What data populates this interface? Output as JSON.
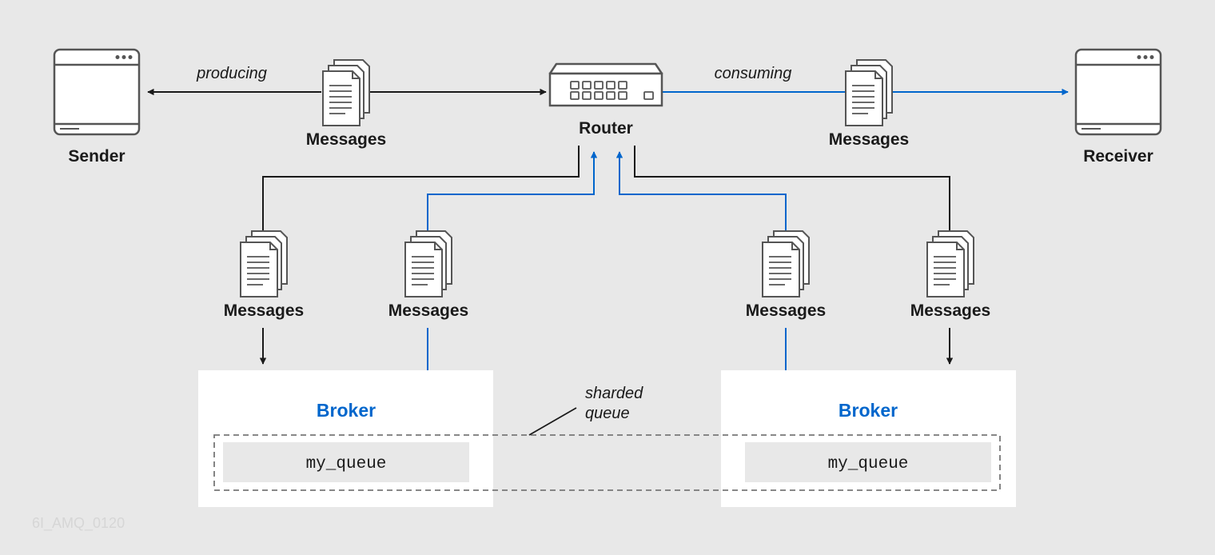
{
  "nodes": {
    "sender_label": "Sender",
    "receiver_label": "Receiver",
    "router_label": "Router"
  },
  "edges": {
    "producing_label": "producing",
    "consuming_label": "consuming"
  },
  "messages_label": "Messages",
  "shard": {
    "line1": "sharded",
    "line2": "queue"
  },
  "brokers": [
    {
      "label": "Broker",
      "queue": "my_queue"
    },
    {
      "label": "Broker",
      "queue": "my_queue"
    }
  ],
  "watermark": "6I_AMQ_0120",
  "colors": {
    "background": "#e8e8e8",
    "line_dark": "#1a1a1a",
    "line_blue": "#0066cc",
    "box": "#ffffff",
    "queue_bg": "#e8e8e8",
    "icon_stroke": "#555555"
  },
  "icons": {
    "app_window": "app-window-icon",
    "router": "network-router-icon",
    "messages": "document-stack-icon"
  }
}
